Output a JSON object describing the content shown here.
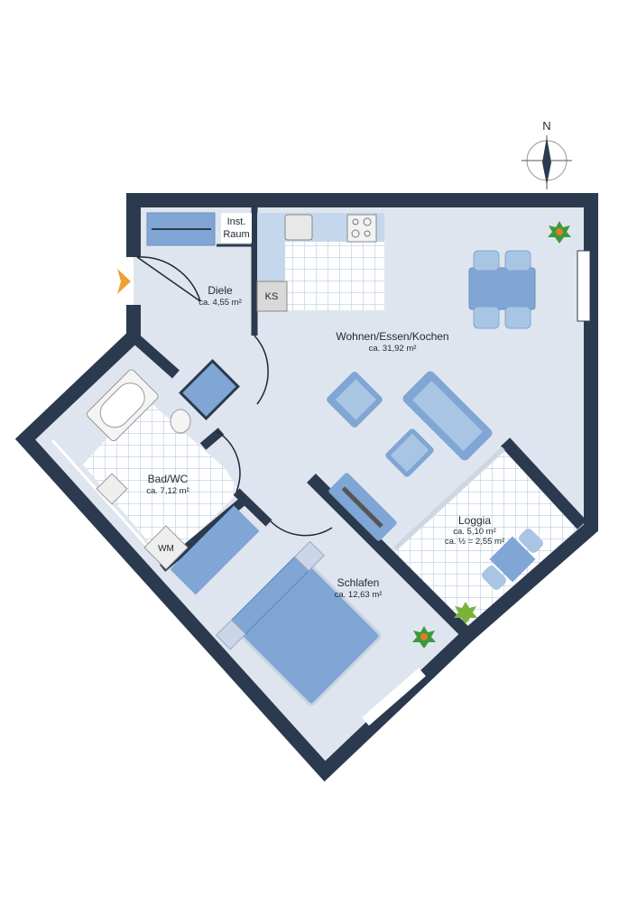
{
  "compass": {
    "label": "N"
  },
  "rooms": {
    "diele": {
      "name": "Diele",
      "area": "ca. 4,55 m²"
    },
    "wohnen": {
      "name": "Wohnen/Essen/Kochen",
      "area": "ca. 31,92 m²"
    },
    "bad": {
      "name": "Bad/WC",
      "area": "ca. 7,12 m²"
    },
    "schlafen": {
      "name": "Schlafen",
      "area": "ca. 12,63 m²"
    },
    "loggia": {
      "name": "Loggia",
      "area": "ca. 5,10 m²",
      "area_half": "ca. ½ = 2,55 m²"
    }
  },
  "fixtures": {
    "inst_raum_line1": "Inst.",
    "inst_raum_line2": "Raum",
    "ks": "KS",
    "wm": "WM"
  },
  "colors": {
    "wall": "#2b3a4f",
    "floor": "#dfe5ee",
    "furniture": "#7fa6d4",
    "entrance": "#f0a030"
  }
}
